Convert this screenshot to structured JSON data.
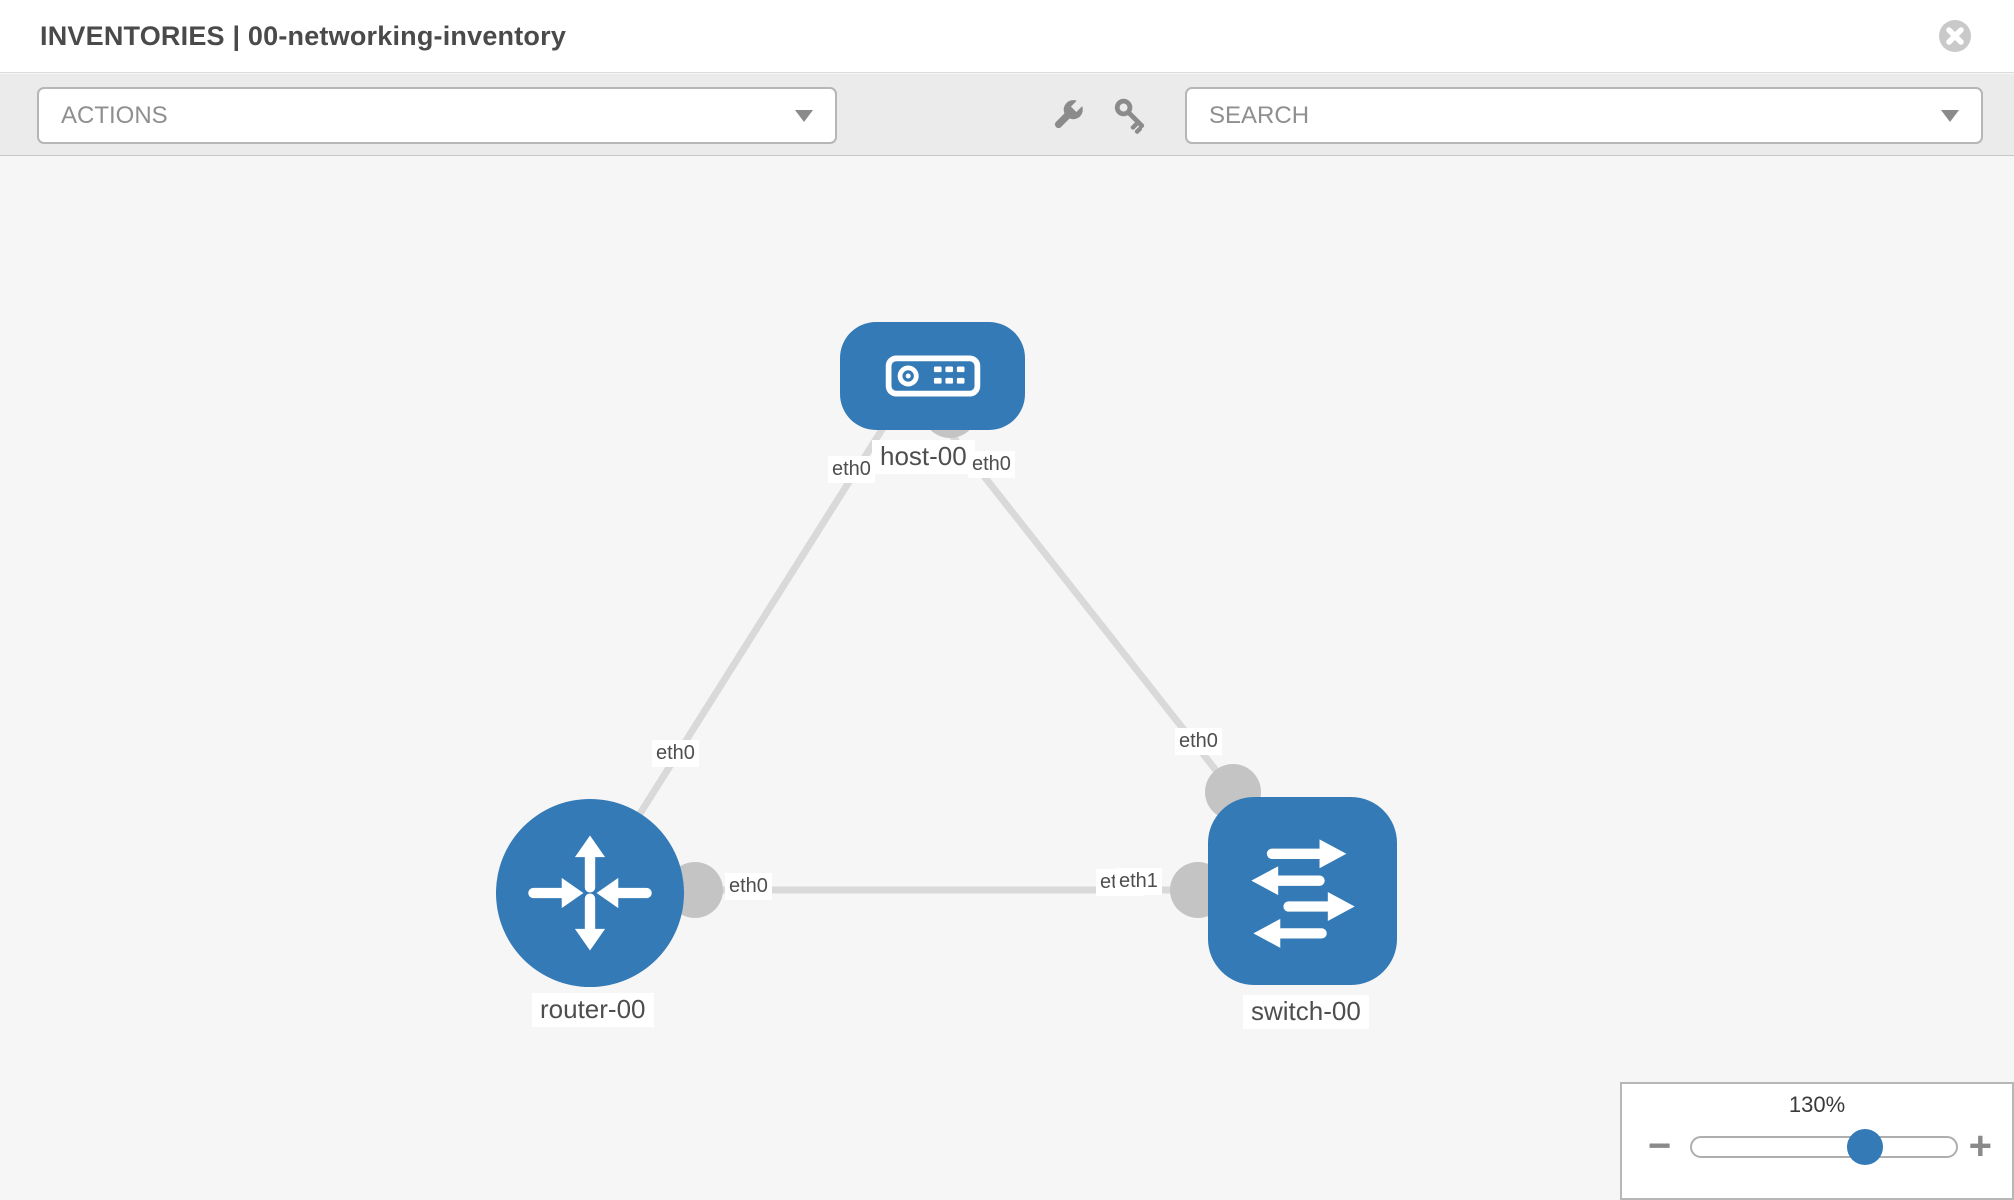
{
  "header": {
    "title": "INVENTORIES | 00-networking-inventory"
  },
  "toolbar": {
    "actions_label": "ACTIONS",
    "search_label": "SEARCH"
  },
  "topology": {
    "nodes": [
      {
        "id": "host-00",
        "type": "host",
        "label": "host-00"
      },
      {
        "id": "router-00",
        "type": "router",
        "label": "router-00"
      },
      {
        "id": "switch-00",
        "type": "switch",
        "label": "switch-00"
      }
    ],
    "links": [
      {
        "from": "router-00",
        "from_interface": "eth0",
        "to": "host-00",
        "to_interface": "eth0"
      },
      {
        "from": "host-00",
        "from_interface": "eth0",
        "to": "switch-00",
        "to_interface": "eth0"
      },
      {
        "from": "router-00",
        "from_interface": "eth0",
        "to": "switch-00",
        "to_interface": "eth1"
      }
    ],
    "interface_chips": {
      "link_router_host_near_router": "eth0",
      "link_router_host_near_host": "eth0",
      "link_host_switch_near_host": "eth0",
      "link_host_switch_near_switch": "eth0",
      "link_router_switch_router_side": "eth0",
      "link_router_switch_switch_side_back": "eth0",
      "link_router_switch_switch_side_front": "eth1"
    },
    "colors": {
      "node_fill": "#337ab7",
      "endpoint_fill": "#c4c4c4",
      "link_stroke": "#d9d9d9"
    }
  },
  "zoom_panel": {
    "level": "130%",
    "zoom_out": "−",
    "zoom_in": "+"
  }
}
